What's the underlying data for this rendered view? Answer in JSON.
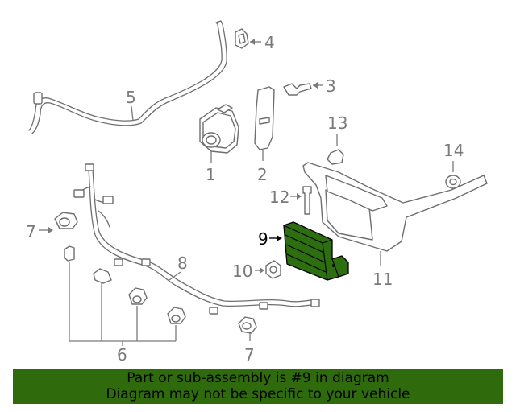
{
  "callouts": {
    "c1": "1",
    "c2": "2",
    "c3": "3",
    "c4": "4",
    "c5": "5",
    "c6": "6",
    "c7a": "7",
    "c7b": "7",
    "c8": "8",
    "c9": "9",
    "c10": "10",
    "c11": "11",
    "c12": "12",
    "c13": "13",
    "c14": "14"
  },
  "highlight": {
    "part_number": "9",
    "color": "#2f6a0c"
  },
  "banner": {
    "line1": "Part or sub-assembly is #9 in diagram",
    "line2": "Diagram may not be specific to your vehicle"
  }
}
